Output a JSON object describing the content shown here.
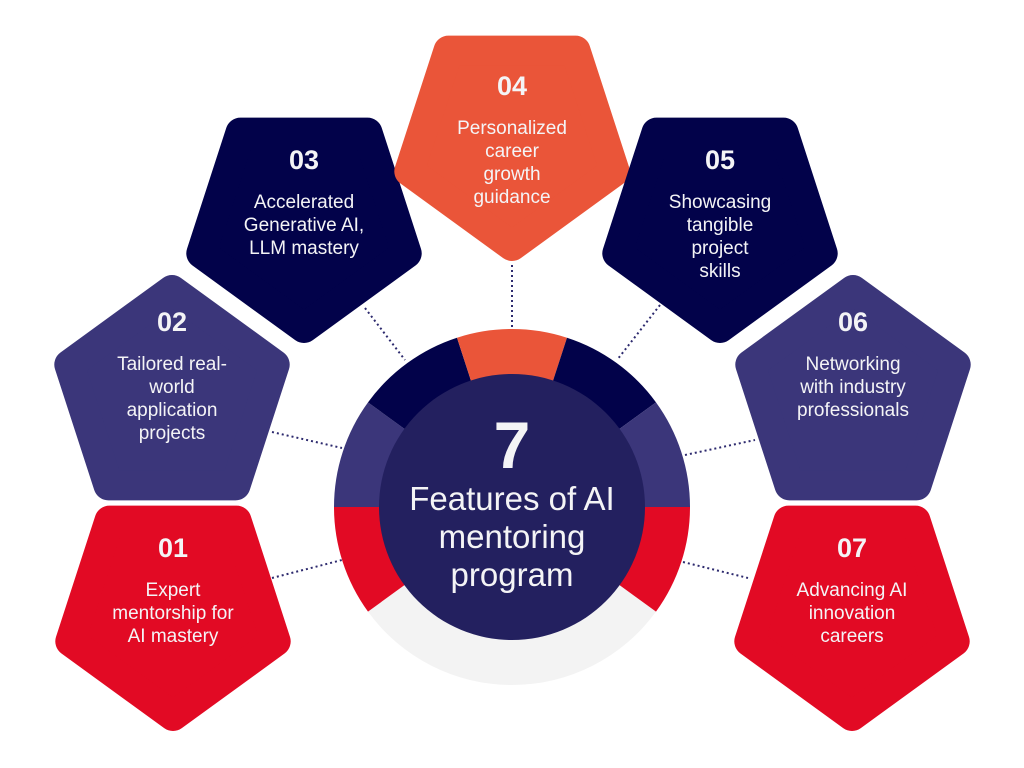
{
  "colors": {
    "navy": "#02024a",
    "orange": "#ea5539",
    "purple": "#3b367a",
    "red": "#e20a24",
    "center": "#23205f",
    "gray": "#f3f3f3",
    "dots": "#2d2a6e"
  },
  "center": {
    "number": "7",
    "title_lines": [
      "Features of AI",
      "mentoring",
      "program"
    ]
  },
  "features": [
    {
      "number": "01",
      "lines": [
        "Expert",
        "mentorship for",
        "AI mastery"
      ]
    },
    {
      "number": "02",
      "lines": [
        "Tailored real-",
        "world",
        "application",
        "projects"
      ]
    },
    {
      "number": "03",
      "lines": [
        "Accelerated",
        "Generative AI,",
        "LLM mastery"
      ]
    },
    {
      "number": "04",
      "lines": [
        "Personalized",
        "career",
        "growth",
        "guidance"
      ]
    },
    {
      "number": "05",
      "lines": [
        "Showcasing",
        "tangible",
        "project",
        "skills"
      ]
    },
    {
      "number": "06",
      "lines": [
        "Networking",
        "with industry",
        "professionals"
      ]
    },
    {
      "number": "07",
      "lines": [
        "Advancing AI",
        "innovation",
        "careers"
      ]
    }
  ]
}
